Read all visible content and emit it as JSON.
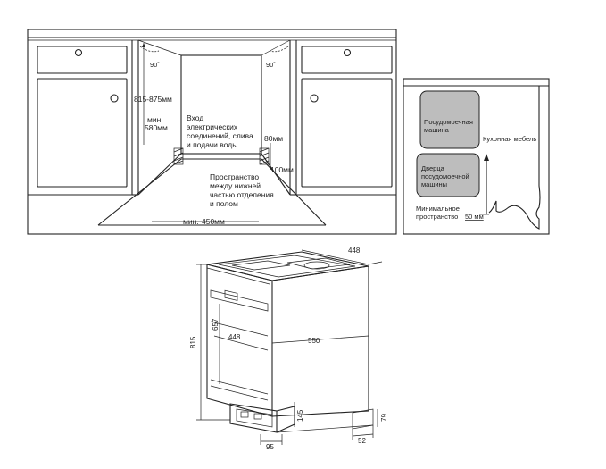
{
  "installation": {
    "height_range": "815-875мм",
    "min_depth_label": "мин.",
    "min_depth_value": "580мм",
    "angle_left": "90˚",
    "angle_right": "90˚",
    "utility_inlet": [
      "Вход",
      "электрических",
      "соединений, слива",
      "и подачи воды"
    ],
    "dim_80": "80мм",
    "dim_100": "100мм",
    "space_note": [
      "Пространство",
      "между нижней",
      "частью отделения",
      "и полом"
    ],
    "min_width_label": "мин.",
    "min_width_value": "450мм"
  },
  "side_view": {
    "dishwasher_label": [
      "Посудомоечная",
      "машина"
    ],
    "door_label": [
      "Дверца",
      "посудомоечной",
      "машины"
    ],
    "furniture_label": "Кухонная мебель",
    "min_space": [
      "Минимальное",
      "пространство"
    ],
    "min_space_value": "50 мм"
  },
  "product_dims": {
    "top_depth": "448",
    "width": "448",
    "depth": "550",
    "height": "815",
    "panel_height": "657",
    "plinth_height": "145",
    "foot_height": "79",
    "foot_offset": "95",
    "foot_depth": "52"
  }
}
